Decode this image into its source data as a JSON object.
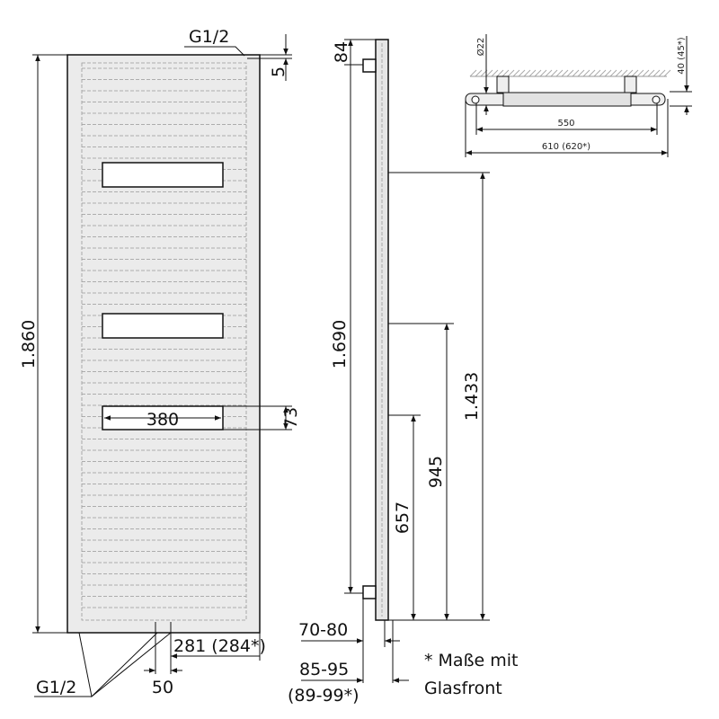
{
  "front_view": {
    "top_connection": "G1/2",
    "offset_top": "5",
    "height_total": "1.860",
    "opening_width": "380",
    "opening_height": "73",
    "bottom_connection": "G1/2",
    "connection_spacing": "50",
    "connection_offset": "281 (284*)"
  },
  "side_view": {
    "top_offset": "84",
    "height_connections": "1.690",
    "level_1": "1.433",
    "level_2": "945",
    "level_3": "657",
    "depth_1": "70-80",
    "depth_2": "85-95",
    "depth_2_glass": "(89-99*)"
  },
  "plan_view": {
    "pipe_diameter": "Ø22",
    "wall_distance": "40 (45*)",
    "connection_width": "550",
    "total_width": "610 (620*)"
  },
  "footnote": {
    "line1": "* Maße mit",
    "line2": "Glasfront"
  }
}
